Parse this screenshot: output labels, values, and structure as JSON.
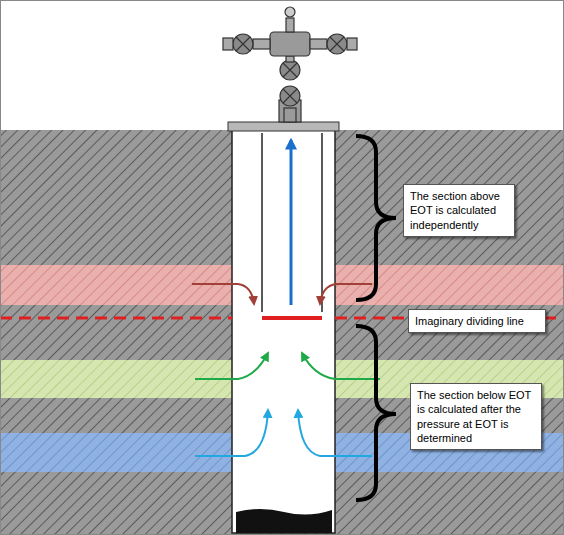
{
  "diagram": {
    "nodes": [
      {
        "text": [
          "The section above EOT is calculated independently"
        ]
      },
      {
        "text": [
          "Imaginary dividing line"
        ]
      },
      {
        "text": [
          "The section below EOT is calculated after the pressure at EOT is determined"
        ]
      }
    ]
  }
}
